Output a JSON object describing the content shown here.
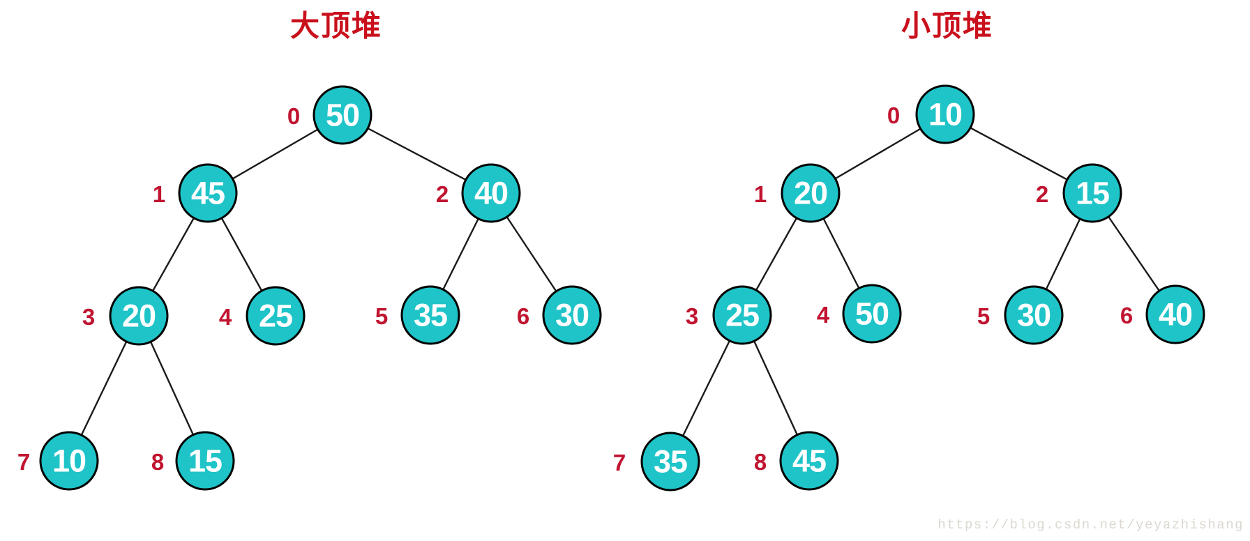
{
  "diagram": {
    "kind": "binary-heap-comparison",
    "background": "#ffffff"
  },
  "colors": {
    "title": "#c9101c",
    "index_label": "#c11430",
    "node_fill": "#1ec4c8",
    "node_border": "#000000",
    "node_text": "#ffffff",
    "edge": "#1a1a1a",
    "watermark": "#dbd8d0"
  },
  "trees": [
    {
      "title": "大顶堆",
      "nodes": [
        {
          "index": 0,
          "value": 50
        },
        {
          "index": 1,
          "value": 45
        },
        {
          "index": 2,
          "value": 40
        },
        {
          "index": 3,
          "value": 20
        },
        {
          "index": 4,
          "value": 25
        },
        {
          "index": 5,
          "value": 35
        },
        {
          "index": 6,
          "value": 30
        },
        {
          "index": 7,
          "value": 10
        },
        {
          "index": 8,
          "value": 15
        }
      ]
    },
    {
      "title": "小顶堆",
      "nodes": [
        {
          "index": 0,
          "value": 10
        },
        {
          "index": 1,
          "value": 20
        },
        {
          "index": 2,
          "value": 15
        },
        {
          "index": 3,
          "value": 25
        },
        {
          "index": 4,
          "value": 50
        },
        {
          "index": 5,
          "value": 30
        },
        {
          "index": 6,
          "value": 40
        },
        {
          "index": 7,
          "value": 35
        },
        {
          "index": 8,
          "value": 45
        }
      ]
    }
  ],
  "watermark": {
    "text": "https://blog.csdn.net/yeyazhishang"
  }
}
